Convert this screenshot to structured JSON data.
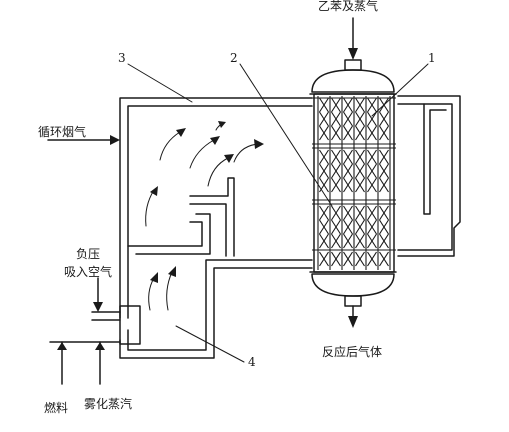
{
  "labels": {
    "top_feed": "乙苯及蒸气",
    "recycle_flue_gas": "循环烟气",
    "negative_pressure": "负压",
    "suction_air": "吸入空气",
    "fuel": "燃料",
    "atomizing_steam": "雾化蒸汽",
    "reacted_gas": "反应后气体"
  },
  "callouts": {
    "n1": "1",
    "n2": "2",
    "n3": "3",
    "n4": "4"
  }
}
